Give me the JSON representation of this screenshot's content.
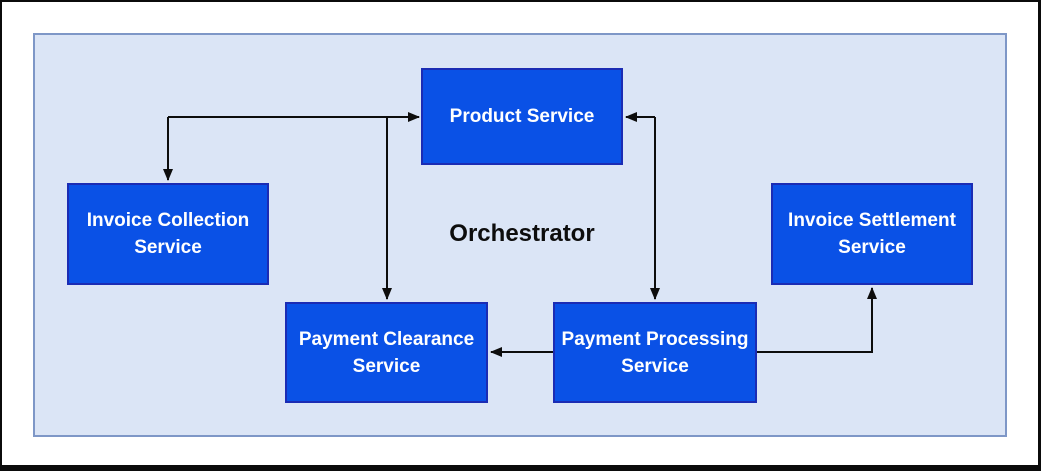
{
  "diagram": {
    "title": "Orchestrator",
    "nodes": [
      {
        "id": "product-service",
        "label": "Product Service"
      },
      {
        "id": "invoice-collection-service",
        "label": "Invoice Collection\nService"
      },
      {
        "id": "invoice-settlement-service",
        "label": "Invoice Settlement\nService"
      },
      {
        "id": "payment-clearance-service",
        "label": "Payment Clearance\nService"
      },
      {
        "id": "payment-processing-service",
        "label": "Payment Processing\nService"
      }
    ],
    "edges": [
      {
        "from": "orchestrator-junction-left",
        "to": "product-service"
      },
      {
        "from": "orchestrator-junction-left",
        "to": "invoice-collection-service"
      },
      {
        "from": "orchestrator-junction-left",
        "to": "payment-clearance-service"
      },
      {
        "from": "orchestrator-junction-right",
        "to": "product-service"
      },
      {
        "from": "orchestrator-junction-right",
        "to": "payment-processing-service"
      },
      {
        "from": "payment-processing-service",
        "to": "payment-clearance-service"
      },
      {
        "from": "payment-processing-service",
        "to": "invoice-settlement-service"
      }
    ],
    "colors": {
      "node_fill": "#0a51e6",
      "node_border": "#1b2cb4",
      "node_text": "#ffffff",
      "canvas_fill": "#dbe5f6",
      "canvas_border": "#7e97c7",
      "connector": "#0d0d0d",
      "title_text": "#0d0d0d",
      "frame_border": "#0b0b0b",
      "page_background": "#ffffff"
    }
  }
}
